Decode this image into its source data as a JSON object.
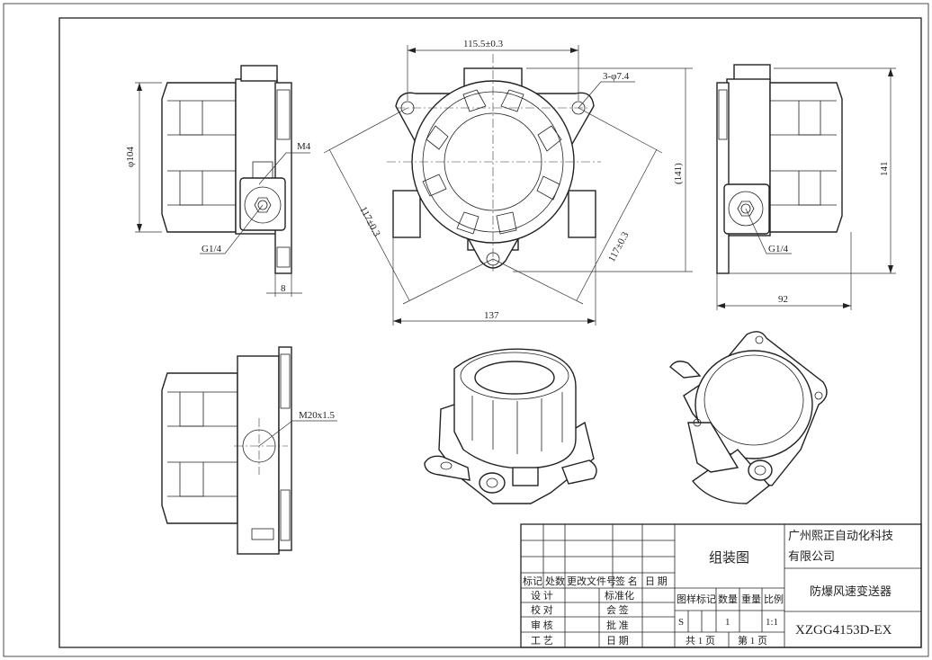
{
  "dimensions": {
    "phi104": "φ104",
    "m4": "M4",
    "g14_left": "G1/4",
    "w8": "8",
    "w115": "115.5±0.3",
    "holes": "3-φ7.4",
    "h141p": "(141)",
    "d117_left": "117±0.3",
    "d117_right": "117±0.3",
    "w137": "137",
    "h141": "141",
    "g14_right": "G1/4",
    "w92": "92",
    "m20": "M20x1.5"
  },
  "title_block": {
    "company_line1": "广州熙正自动化科技",
    "company_line2": "有限公司",
    "drawing_type": "组装图",
    "product_name": "防爆风速变送器",
    "drawing_number": "XZGG4153D-EX",
    "rev_headers": [
      "标记",
      "处数",
      "更改文件号",
      "签 名",
      "日 期"
    ],
    "sign_left": [
      "设  计",
      "校  对",
      "审  核",
      "工  艺"
    ],
    "sign_right": [
      "标准化",
      "会  签",
      "批  准",
      "日  期"
    ],
    "mark_headers": [
      "图样标记",
      "数量",
      "重量",
      "比例"
    ],
    "mark_s": "S",
    "quantity": "1",
    "scale": "1:1",
    "total_pages": "共 1 页",
    "page_no": "第 1 页"
  }
}
